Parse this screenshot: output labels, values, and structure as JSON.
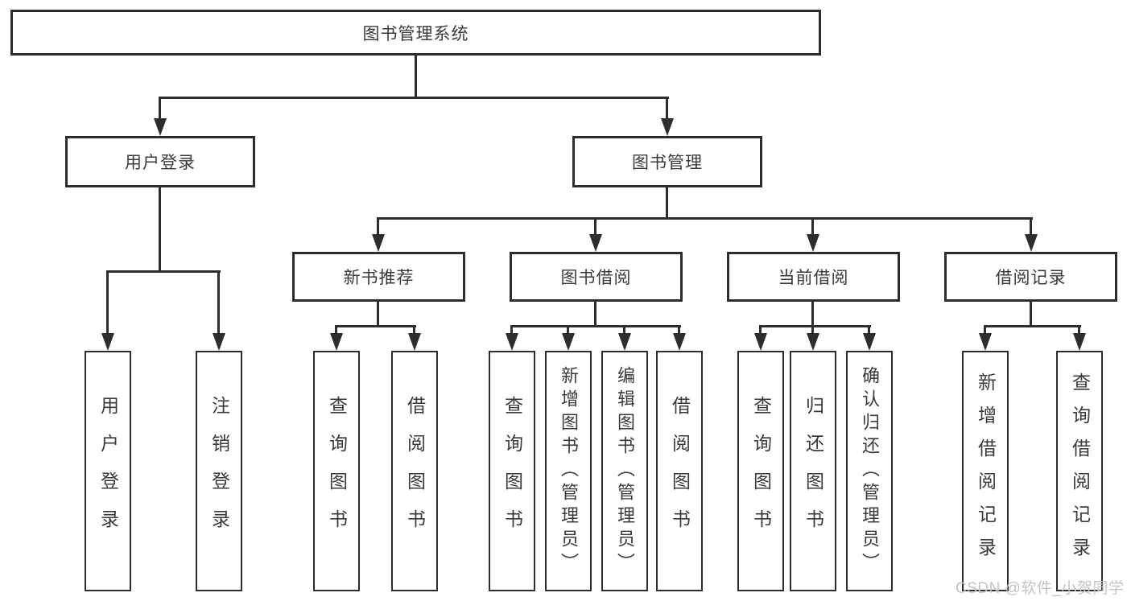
{
  "nodes": {
    "root": "图书管理系统",
    "level2": [
      "用户登录",
      "图书管理"
    ],
    "level3": [
      "新书推荐",
      "图书借阅",
      "当前借阅",
      "借阅记录"
    ],
    "leaves_login": [
      "用户登录",
      "注销登录"
    ],
    "leaves_recommend": [
      "查询图书",
      "借阅图书"
    ],
    "leaves_borrow": [
      "查询图书",
      "新增图书（管理员）",
      "编辑图书（管理员）",
      "借阅图书"
    ],
    "leaves_current": [
      "查询图书",
      "归还图书",
      "确认归还（管理员）"
    ],
    "leaves_records": [
      "新增借阅记录",
      "查询借阅记录"
    ]
  },
  "watermark": "CSDN @软件_小贺同学",
  "colors": {
    "line": "#2d2d2d",
    "text": "#3a3a3a",
    "watermark": "#c4c4c4",
    "background": "#ffffff"
  }
}
